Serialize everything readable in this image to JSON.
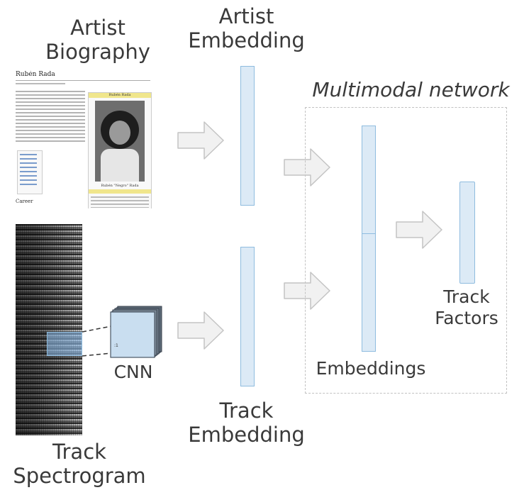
{
  "labels": {
    "artist_biography": [
      "Artist",
      "Biography"
    ],
    "artist_embedding": [
      "Artist",
      "Embedding"
    ],
    "multimodal_network": "Multimodal network",
    "track_factors": [
      "Track",
      "Factors"
    ],
    "embeddings": "Embeddings",
    "cnn": "CNN",
    "track_embedding": [
      "Track",
      "Embedding"
    ],
    "track_spectrogram": [
      "Track",
      "Spectrogram"
    ]
  },
  "wiki": {
    "title": "Rubén Rada",
    "infobox_title": "Rubén Rada",
    "caption": "Rubén \"Negro\" Rada",
    "section": "Career"
  },
  "colors": {
    "bar_fill": "#dceaf6",
    "bar_border": "#8fbcdf",
    "arrow_fill": "#f1f1f1",
    "arrow_stroke": "#c4c4c4",
    "text": "#3a3a3a"
  }
}
